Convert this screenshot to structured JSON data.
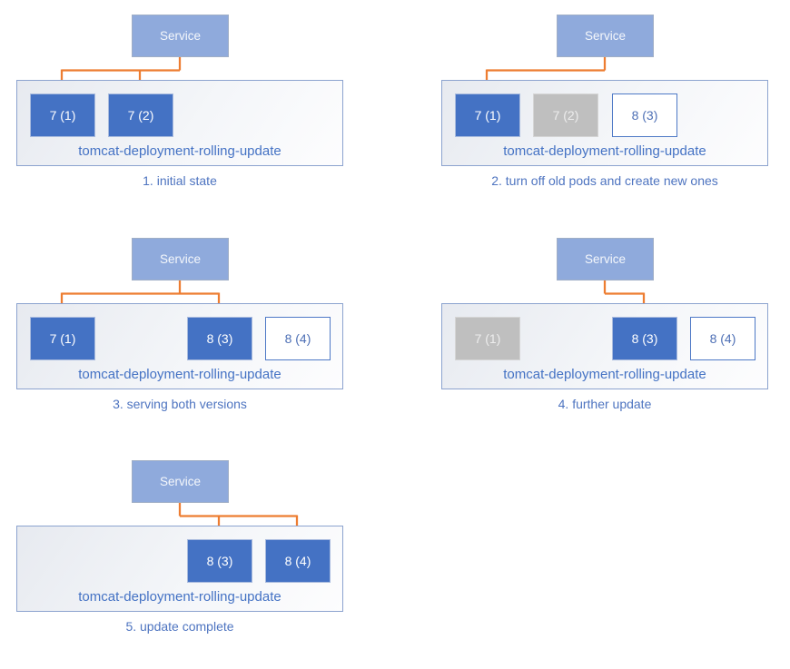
{
  "diagram": {
    "service_label": "Service",
    "deployment_label": "tomcat-deployment-rolling-update",
    "colors": {
      "arrow": "#ED7D31",
      "pod_active": "#4472C4",
      "pod_terminated": "#BFBFBF",
      "pod_new_border": "#4472C4",
      "service_fill": "#8FAADC",
      "label_text": "#4472C4",
      "caption_text": "#4E74C0"
    },
    "panels": [
      {
        "caption": "1. initial state",
        "service_targets": [
          0,
          1
        ],
        "pods": [
          {
            "label": "7 (1)",
            "state": "active",
            "slot": 0
          },
          {
            "label": "7 (2)",
            "state": "active",
            "slot": 1
          }
        ]
      },
      {
        "caption": "2. turn off old pods and create new ones",
        "service_targets": [
          0
        ],
        "pods": [
          {
            "label": "7 (1)",
            "state": "active",
            "slot": 0
          },
          {
            "label": "7 (2)",
            "state": "terminated",
            "slot": 1
          },
          {
            "label": "8 (3)",
            "state": "new",
            "slot": 2
          }
        ]
      },
      {
        "caption": "3. serving both versions",
        "service_targets": [
          0,
          2
        ],
        "pods": [
          {
            "label": "7 (1)",
            "state": "active",
            "slot": 0
          },
          {
            "label": "8 (3)",
            "state": "active",
            "slot": 2
          },
          {
            "label": "8 (4)",
            "state": "new",
            "slot": 3
          }
        ]
      },
      {
        "caption": "4. further update",
        "service_targets": [
          2
        ],
        "pods": [
          {
            "label": "7 (1)",
            "state": "terminated",
            "slot": 0
          },
          {
            "label": "8 (3)",
            "state": "active",
            "slot": 2
          },
          {
            "label": "8 (4)",
            "state": "new",
            "slot": 3
          }
        ]
      },
      {
        "caption": "5. update complete",
        "service_targets": [
          2,
          3
        ],
        "pods": [
          {
            "label": "8 (3)",
            "state": "active",
            "slot": 2
          },
          {
            "label": "8 (4)",
            "state": "active",
            "slot": 3
          }
        ]
      }
    ]
  }
}
